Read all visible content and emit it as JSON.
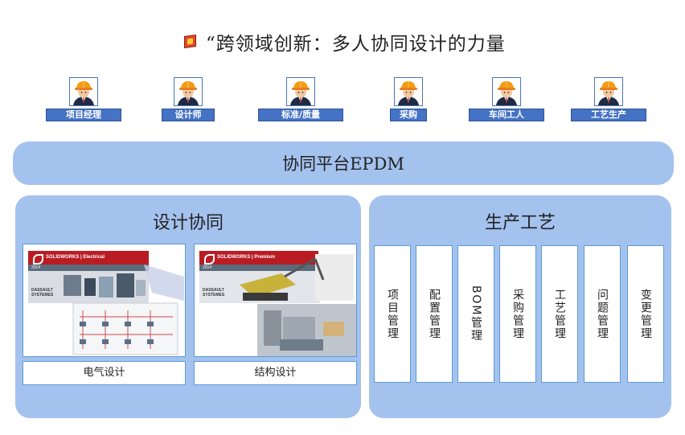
{
  "title": {
    "icon": "solidworks-cube-icon",
    "text": "“跨领域创新：多人协同设计的力量"
  },
  "roles": [
    {
      "label": "项目经理",
      "icon": "engineer-avatar-icon"
    },
    {
      "label": "设计师",
      "icon": "engineer-avatar-icon"
    },
    {
      "label": "标准/质量",
      "icon": "engineer-avatar-icon"
    },
    {
      "label": "采购",
      "icon": "engineer-avatar-icon"
    },
    {
      "label": "车间工人",
      "icon": "engineer-avatar-icon"
    },
    {
      "label": "工艺生产",
      "icon": "engineer-avatar-icon"
    }
  ],
  "platform": {
    "label": "协同平台EPDM"
  },
  "design": {
    "title": "设计协同",
    "items": [
      {
        "caption": "电气设计",
        "brand": "SOLIDWORKS",
        "product": "Electrical",
        "year": "2014"
      },
      {
        "caption": "结构设计",
        "brand": "SOLIDWORKS",
        "product": "Premium",
        "year": "2014"
      }
    ]
  },
  "production": {
    "title": "生产工艺",
    "items": [
      "项目管理",
      "配置管理",
      "BOM管理",
      "采购管理",
      "工艺管理",
      "问题管理",
      "变更管理"
    ]
  },
  "colors": {
    "panel": "#a4c2ee",
    "role_label_bg": "#4472c4",
    "box_border": "#5b9bd5",
    "brand_red": "#b91d23"
  }
}
